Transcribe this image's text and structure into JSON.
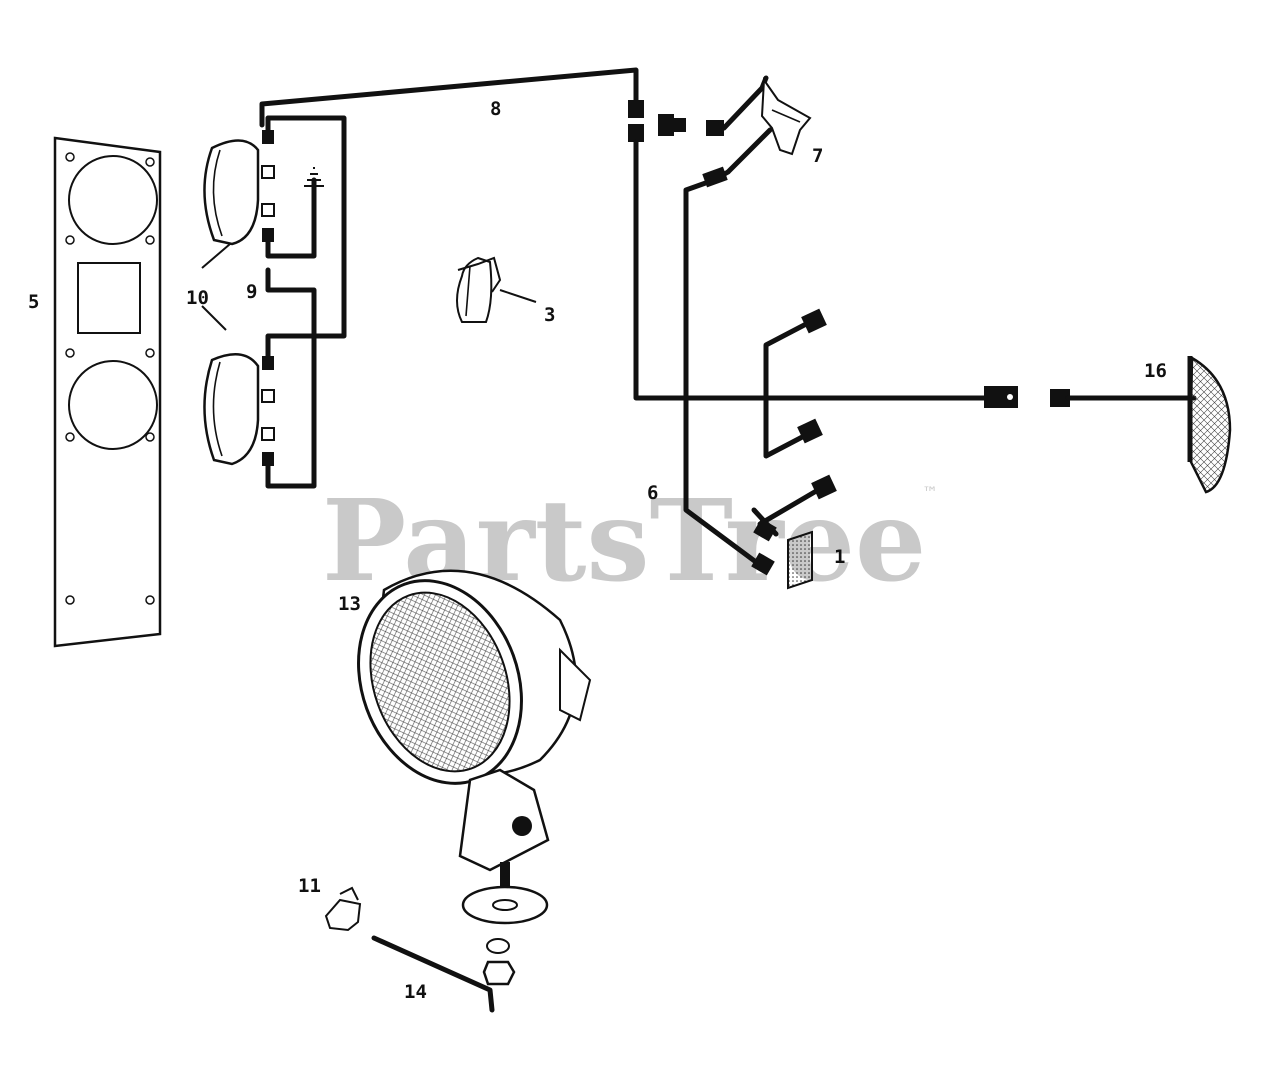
{
  "watermark": {
    "text": "PartsTree",
    "trademark": "™",
    "color": "#c9c9c9"
  },
  "callouts": {
    "c1": "1",
    "c3": "3",
    "c5": "5",
    "c6": "6",
    "c7": "7",
    "c8": "8",
    "c9": "9",
    "c10": "10",
    "c11": "11",
    "c13": "13",
    "c14": "14",
    "c16": "16"
  },
  "colors": {
    "ink": "#111111",
    "background": "#ffffff"
  }
}
